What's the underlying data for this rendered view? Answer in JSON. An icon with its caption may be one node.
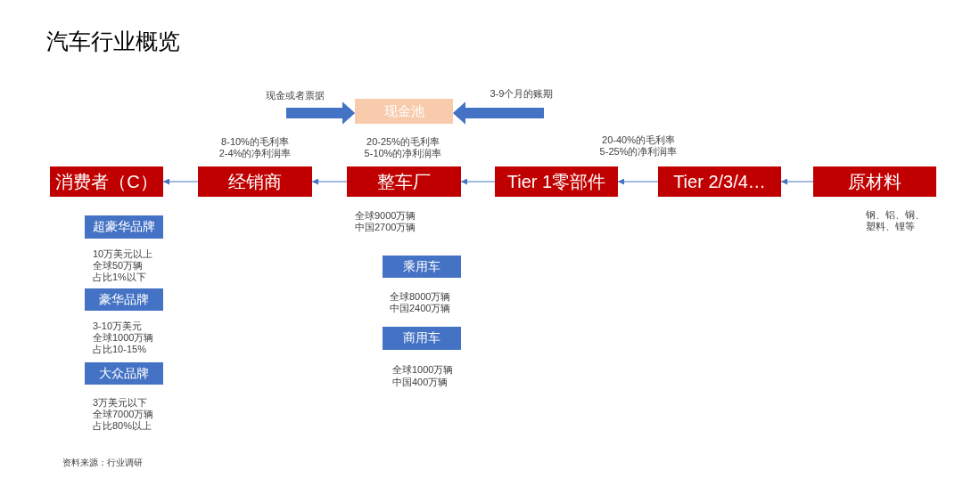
{
  "diagram": {
    "title": "汽车行业概览",
    "nodes": [
      {
        "text": [
          "现金池"
        ]
      },
      {
        "text": [
          "消费者（C）"
        ]
      },
      {
        "text": [
          "经销商"
        ],
        "beside": [
          "8-10%的毛利率",
          "2-4%的净利润率"
        ]
      },
      {
        "text": [
          "整车厂"
        ],
        "beside": [
          "20-25%的毛利率",
          "5-10%的净利润率",
          "全球9000万辆",
          "中国2700万辆"
        ]
      },
      {
        "text": [
          "Tier 1零部件"
        ]
      },
      {
        "text": [
          "Tier 2/3/4…"
        ]
      },
      {
        "text": [
          "原材料"
        ],
        "beside": [
          "钢、铝、铜、塑料、锂等"
        ]
      },
      {
        "text": [
          "超豪华品牌"
        ],
        "beside": [
          "10万美元以上",
          "全球50万辆",
          "占比1%以下"
        ]
      },
      {
        "text": [
          "豪华品牌"
        ],
        "beside": [
          "3-10万美元",
          "全球1000万辆",
          "占比10-15%"
        ]
      },
      {
        "text": [
          "大众品牌"
        ],
        "beside": [
          "3万美元以下",
          "全球7000万辆",
          "占比80%以上"
        ]
      },
      {
        "text": [
          "乘用车"
        ],
        "beside": [
          "全球8000万辆",
          "中国2400万辆"
        ]
      },
      {
        "text": [
          "商用车"
        ],
        "beside": [
          "全球1000万辆",
          "中国400万辆"
        ]
      }
    ],
    "edges": [
      {
        "from": 6,
        "to": 5,
        "arrow": "to"
      },
      {
        "from": 5,
        "to": 4,
        "arrow": "to"
      },
      {
        "from": 4,
        "to": 3,
        "arrow": "to"
      },
      {
        "from": 3,
        "to": 2,
        "arrow": "to"
      },
      {
        "from": 2,
        "to": 1,
        "arrow": "to"
      },
      {
        "from": null,
        "to": 0,
        "arrow": "to",
        "label": "现金或者票据",
        "style": "thick"
      },
      {
        "from": null,
        "to": 0,
        "arrow": "to",
        "label": "3-9个月的账期",
        "style": "thick"
      }
    ],
    "labels": [
      "20-40%的毛利率",
      "5-25%的净利润率",
      "资料来源：行业调研"
    ]
  }
}
